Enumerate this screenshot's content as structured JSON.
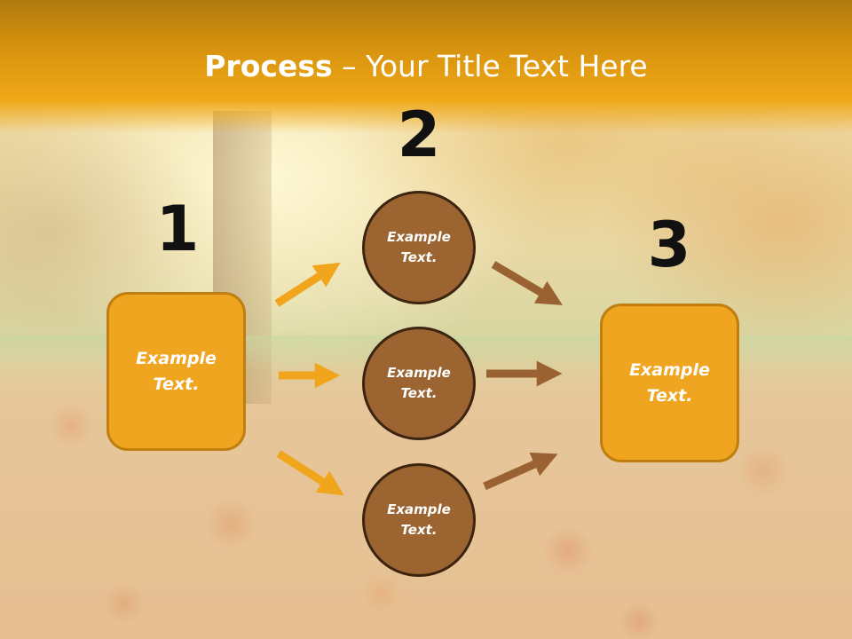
{
  "title": {
    "bold": "Process",
    "rest": " – Your Title Text Here"
  },
  "steps": {
    "one": "1",
    "two": "2",
    "three": "3"
  },
  "left_box": {
    "label": "Example Text."
  },
  "right_box": {
    "label": "Example Text."
  },
  "circles": [
    {
      "label": "Example Text."
    },
    {
      "label": "Example Text."
    },
    {
      "label": "Example Text."
    }
  ],
  "colors": {
    "title_band": "#efa817",
    "box_fill": "#efa51f",
    "box_border": "#c07e0f",
    "circle_fill": "#9b6431",
    "circle_border": "#3c2410",
    "arrow_left": "#f0a51d",
    "arrow_right": "#9a6232"
  }
}
